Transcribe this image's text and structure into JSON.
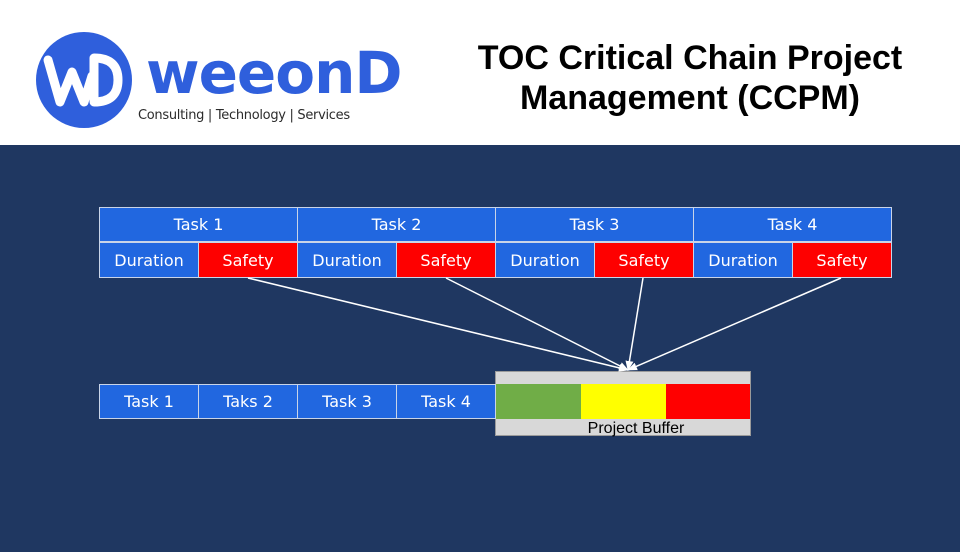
{
  "header": {
    "logo": {
      "wordmark": "weeonD",
      "tagline": "Consulting | Technology | Services"
    },
    "title_line1": "TOC Critical Chain Project",
    "title_line2": "Management (CCPM)"
  },
  "top_chain": {
    "tasks": [
      "Task 1",
      "Task 2",
      "Task 3",
      "Task 4"
    ],
    "duration_label": "Duration",
    "safety_label": "Safety"
  },
  "bottom_chain": {
    "tasks": [
      "Task 1",
      "Taks 2",
      "Task 3",
      "Task 4"
    ]
  },
  "buffer": {
    "label": "Project Buffer",
    "zones": [
      "#70ad47",
      "#ffff00",
      "#ff0000"
    ]
  },
  "colors": {
    "background": "#1f3761",
    "task_blue": "#2167e0",
    "safety_red": "#fe0000",
    "arrow": "#ffffff"
  }
}
